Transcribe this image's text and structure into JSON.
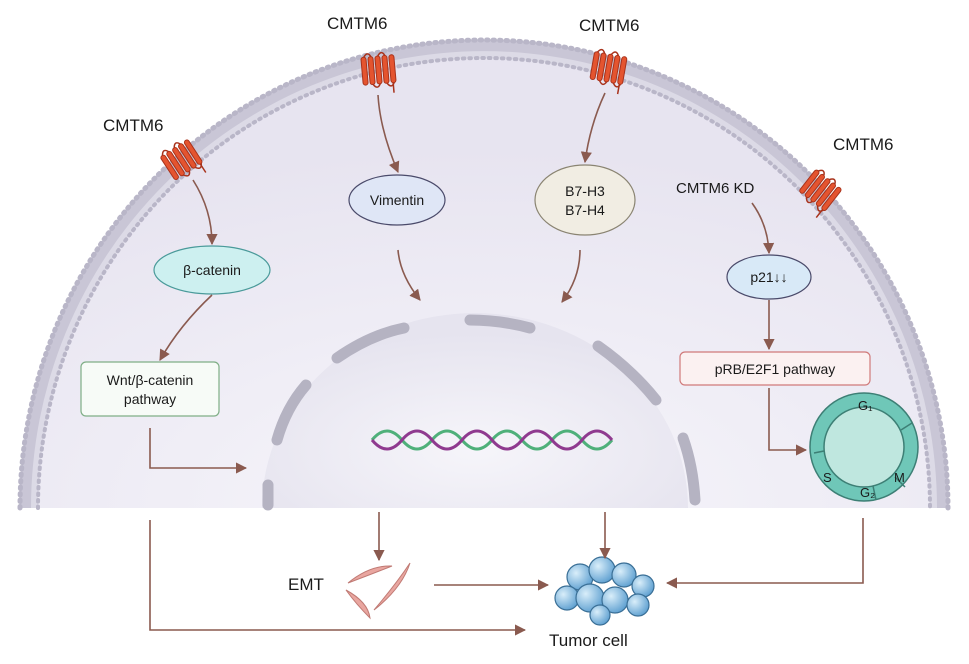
{
  "receptors": {
    "top_left": "CMTM6",
    "top_middle": "CMTM6",
    "top_right": "CMTM6",
    "right": "CMTM6"
  },
  "nodes": {
    "vimentin": "Vimentin",
    "b7_h3": "B7-H3",
    "b7_h4": "B7-H4",
    "beta_catenin": "β-catenin",
    "wnt_line1": "Wnt/β-catenin",
    "wnt_line2": "pathway",
    "cmtm6_kd": "CMTM6 KD",
    "p21": "p21↓↓",
    "prb_e2f1": "pRB/E2F1 pathway"
  },
  "cell_cycle": {
    "g1": "G₁",
    "g2": "G₂",
    "m": "M",
    "s": "S"
  },
  "outcomes": {
    "emt": "EMT",
    "tumor_cell": "Tumor cell"
  },
  "colors": {
    "cell_fill": "#ebe9f3",
    "membrane": "#c9c6d6",
    "receptor": "#e4542f",
    "arrow": "#8a5a4f",
    "nucleus_segment": "#b5b3c2",
    "dna_purple": "#8f3a8f",
    "dna_green": "#4fb07a",
    "oval_cyan": "#cdf0f0",
    "oval_blue": "#dfe6f6",
    "oval_beige": "#f1ede3",
    "cell_cycle_ring": "#6fc7b8",
    "emt_pink": "#e9a6a0",
    "tumor_blue": "#7fb6dd"
  }
}
